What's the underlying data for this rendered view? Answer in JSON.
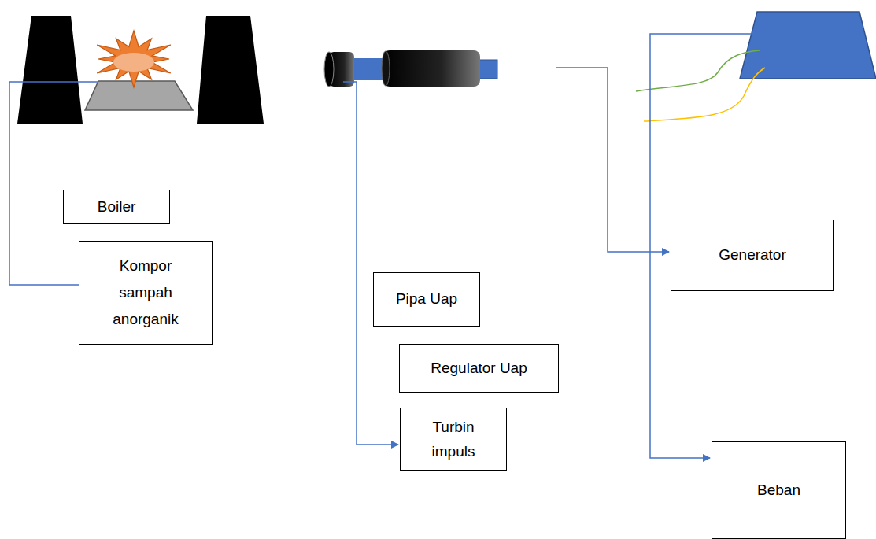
{
  "diagram": {
    "nodes": [
      {
        "text": [
          "Boiler"
        ]
      },
      {
        "text": [
          "Kompor sampah anorganik"
        ]
      },
      {
        "text": [
          "Pipa Uap"
        ]
      },
      {
        "text": [
          "Regulator Uap"
        ]
      },
      {
        "text": [
          "Turbin impuls"
        ]
      },
      {
        "text": [
          "Generator"
        ]
      },
      {
        "text": [
          "Beban"
        ]
      }
    ]
  }
}
